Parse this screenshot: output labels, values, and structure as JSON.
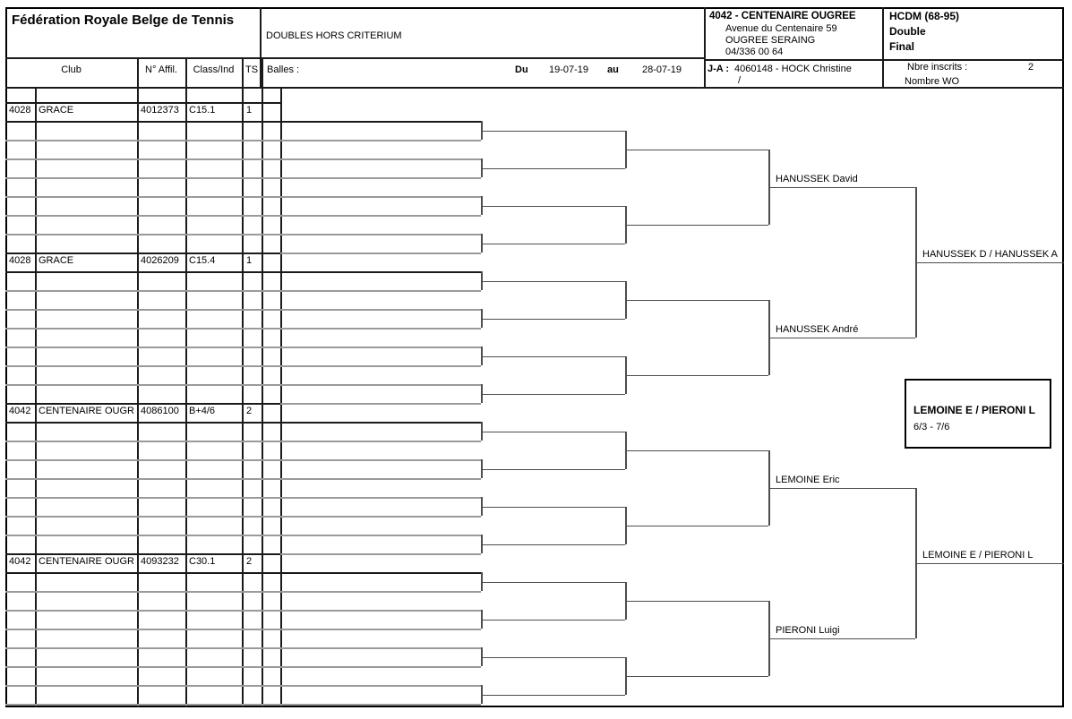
{
  "header": {
    "title": "Fédération Royale Belge de Tennis",
    "event": "DOUBLES HORS CRITERIUM",
    "columns": {
      "club": "Club",
      "affil": "N° Affil.",
      "class": "Class/Ind",
      "ts": "TS"
    },
    "balles_label": "Balles :",
    "dates": {
      "du_label": "Du",
      "from": "19-07-19",
      "au_label": "au",
      "to": "28-07-19"
    }
  },
  "venue": {
    "name": "4042 - CENTENAIRE OUGREE",
    "address1": "Avenue du Centenaire 59",
    "address2": "OUGREE SERAING",
    "phone": "04/336 00 64",
    "ja_label": "J-A :",
    "ja_value": "4060148 - HOCK Christine",
    "ja_value2": "/"
  },
  "info": {
    "category": "HCDM (68-95)",
    "type": "Double",
    "round": "Final",
    "inscrits_label": "Nbre inscrits :",
    "inscrits_value": "2",
    "wo_label": "Nombre WO"
  },
  "entries": [
    {
      "club_no": "4028",
      "club": "GRACE",
      "affil": "4012373",
      "class": "C15.1",
      "ts": "1"
    },
    {
      "club_no": "4028",
      "club": "GRACE",
      "affil": "4026209",
      "class": "C15.4",
      "ts": "1"
    },
    {
      "club_no": "4042",
      "club": "CENTENAIRE OUGR",
      "affil": "4086100",
      "class": "B+4/6",
      "ts": "2"
    },
    {
      "club_no": "4042",
      "club": "CENTENAIRE OUGR",
      "affil": "4093232",
      "class": "C30.1",
      "ts": "2"
    }
  ],
  "bracket": {
    "players": [
      "HANUSSEK David",
      "HANUSSEK André",
      "LEMOINE Eric",
      "PIERONI Luigi"
    ],
    "semifinal_winners": [
      "HANUSSEK D / HANUSSEK A",
      "LEMOINE E / PIERONI L"
    ],
    "champion": {
      "name": "LEMOINE E / PIERONI L",
      "score": "6/3 - 7/6"
    }
  },
  "colors": {
    "structural": "#1a1a1a",
    "row_line": "#9a9a9a",
    "bracket_line": "#4d4d4d"
  }
}
